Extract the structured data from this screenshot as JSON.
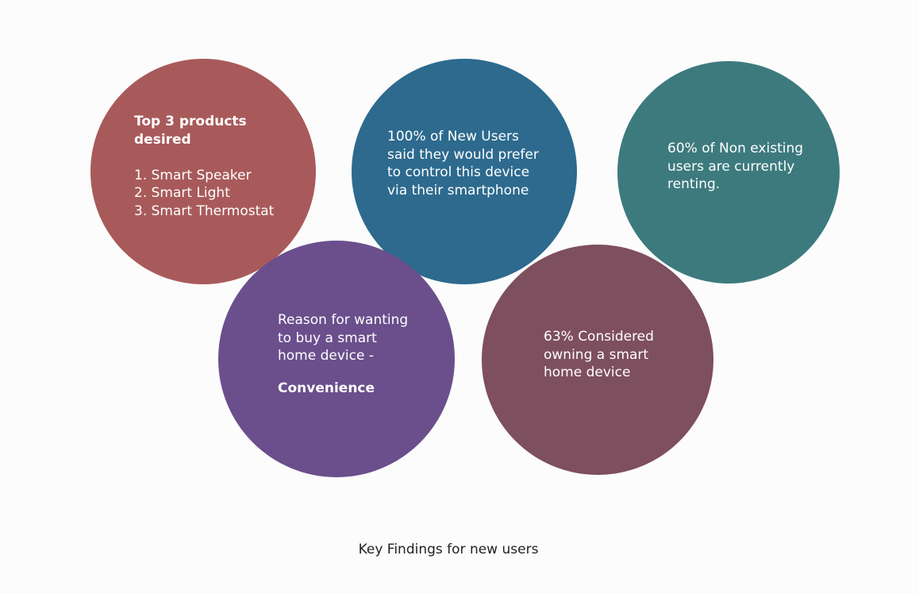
{
  "colors": {
    "background": "#fcfcfc",
    "products_circle": "#a85a5a",
    "smartphone_circle": "#2d6a8e",
    "renting_circle": "#3d7a7e",
    "reason_circle": "#6a4f8c",
    "considered_circle": "#7e4f5e",
    "circle_text": "#ffffff",
    "caption_text": "#222222"
  },
  "circles": {
    "products": {
      "heading": "Top 3 products\ndesired",
      "items": [
        "1. Smart Speaker",
        "2. Smart Light",
        "3. Smart Thermostat"
      ]
    },
    "smartphone": {
      "text": "100% of New Users\nsaid they would prefer\nto control this device\nvia their smartphone"
    },
    "renting": {
      "text": "60% of Non existing\nusers are currently\nrenting."
    },
    "reason": {
      "text": "Reason for wanting\nto buy a smart\nhome device -",
      "highlight": "Convenience"
    },
    "considered": {
      "text": "63% Considered\nowning a smart\nhome device"
    }
  },
  "caption": "Key Findings for new users"
}
